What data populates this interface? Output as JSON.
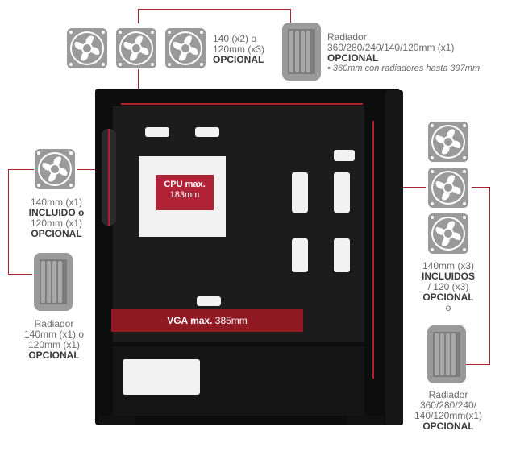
{
  "top_fans_label": {
    "line1": "140 (x2) o",
    "line2": "120mm (x3)",
    "line3": "OPCIONAL"
  },
  "top_radiator_label": {
    "line1": "Radiador",
    "line2": "360/280/240/140/120mm (x1)",
    "line3": "OPCIONAL",
    "note": "• 360mm con radiadores hasta 397mm"
  },
  "front_left_fan_label": {
    "line1": "140mm (x1)",
    "line2": "INCLUIDO o",
    "line3": "120mm (x1)",
    "line4": "OPCIONAL"
  },
  "front_left_radiator_label": {
    "line1": "Radiador",
    "line2": "140mm (x1) o",
    "line3": "120mm (x1)",
    "line4": "OPCIONAL"
  },
  "right_fans_label": {
    "line1": "140mm (x3)",
    "line2": "INCLUIDOS",
    "line3": "/ 120 (x3)",
    "line4": "OPCIONAL",
    "line5": "o"
  },
  "right_radiator_label": {
    "line1": "Radiador",
    "line2": "360/280/240/",
    "line3": "140/120mm(x1)",
    "line4": "OPCIONAL"
  },
  "cpu_box": {
    "title": "CPU max.",
    "value": "183mm"
  },
  "vga_box": {
    "title": "VGA max.",
    "value": "385mm"
  },
  "colors": {
    "accent": "#b3202e",
    "case": "#0d0d0d",
    "fan": "#8a8a8a"
  },
  "icons": [
    "fan-icon",
    "radiator-icon"
  ]
}
